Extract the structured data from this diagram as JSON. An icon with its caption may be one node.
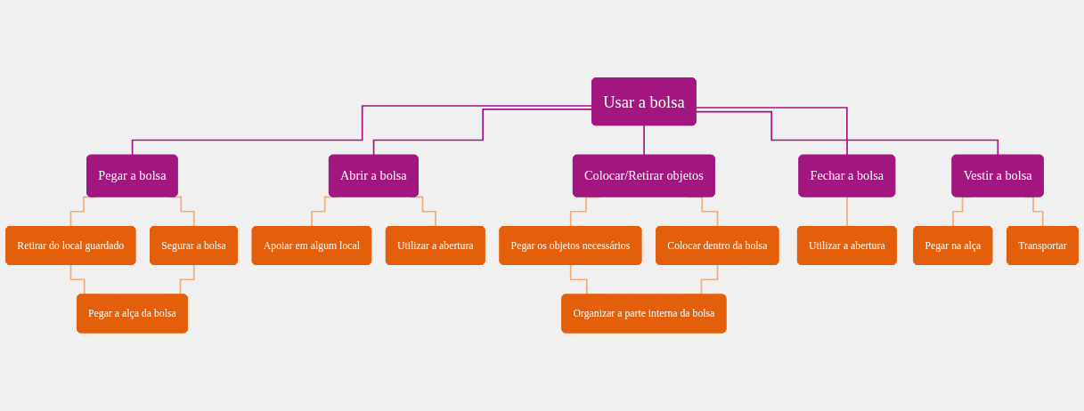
{
  "diagram": {
    "nodes": [
      {
        "text": [
          "Usar a bolsa"
        ]
      },
      {
        "text": [
          "Pegar a bolsa"
        ]
      },
      {
        "text": [
          "Abrir a bolsa"
        ]
      },
      {
        "text": [
          "Colocar/Retirar objetos"
        ]
      },
      {
        "text": [
          "Fechar a bolsa"
        ]
      },
      {
        "text": [
          "Vestir a bolsa"
        ]
      },
      {
        "text": [
          "Retirar do local guardado"
        ]
      },
      {
        "text": [
          "Segurar a bolsa"
        ]
      },
      {
        "text": [
          "Pegar a alça da bolsa"
        ]
      },
      {
        "text": [
          "Apoiar em algum local"
        ]
      },
      {
        "text": [
          "Utilizar a abertura"
        ]
      },
      {
        "text": [
          "Pegar os objetos necessários"
        ]
      },
      {
        "text": [
          "Colocar dentro da bolsa"
        ]
      },
      {
        "text": [
          "Organizar a parte interna da bolsa"
        ]
      },
      {
        "text": [
          "Utilizar a abertura"
        ]
      },
      {
        "text": [
          "Pegar na alça"
        ]
      },
      {
        "text": [
          "Transportar"
        ]
      }
    ],
    "edges": [
      {
        "from": 0,
        "to": 1,
        "arrow": "none",
        "color": "#a3157f"
      },
      {
        "from": 0,
        "to": 2,
        "arrow": "none",
        "color": "#a3157f"
      },
      {
        "from": 0,
        "to": 3,
        "arrow": "none",
        "color": "#a3157f"
      },
      {
        "from": 0,
        "to": 4,
        "arrow": "none",
        "color": "#a3157f"
      },
      {
        "from": 0,
        "to": 5,
        "arrow": "none",
        "color": "#a3157f"
      },
      {
        "from": 1,
        "to": 6,
        "arrow": "none"
      },
      {
        "from": 1,
        "to": 7,
        "arrow": "none"
      },
      {
        "from": 6,
        "to": 8,
        "arrow": "none"
      },
      {
        "from": 7,
        "to": 8,
        "arrow": "none"
      },
      {
        "from": 2,
        "to": 9,
        "arrow": "none"
      },
      {
        "from": 2,
        "to": 10,
        "arrow": "none"
      },
      {
        "from": 3,
        "to": 11,
        "arrow": "none"
      },
      {
        "from": 3,
        "to": 12,
        "arrow": "none"
      },
      {
        "from": 11,
        "to": 13,
        "arrow": "none"
      },
      {
        "from": 12,
        "to": 13,
        "arrow": "none"
      },
      {
        "from": 4,
        "to": 14,
        "arrow": "none"
      },
      {
        "from": 5,
        "to": 15,
        "arrow": "none"
      },
      {
        "from": 5,
        "to": 16,
        "arrow": "none"
      }
    ]
  }
}
